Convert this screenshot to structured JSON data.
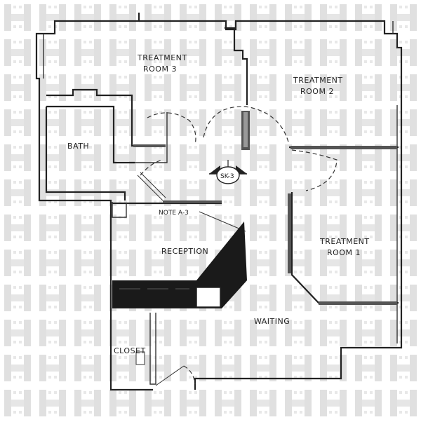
{
  "plan": {
    "rooms": {
      "treatment3": {
        "line1": "TREATMENT",
        "line2": "ROOM 3"
      },
      "treatment2": {
        "line1": "TREATMENT",
        "line2": "ROOM 2"
      },
      "treatment1": {
        "line1": "TREATMENT",
        "line2": "ROOM 1"
      },
      "bath": "BATH",
      "reception": "RECEPTION",
      "waiting": "WAITING",
      "closet": "CLOSET"
    },
    "annotations": {
      "note": "NOTE A-3",
      "section_marker": "SK-3"
    },
    "colors": {
      "background_pattern": "#d9d9d9",
      "walls": "#222222",
      "counter": "#1a1a1a"
    }
  }
}
